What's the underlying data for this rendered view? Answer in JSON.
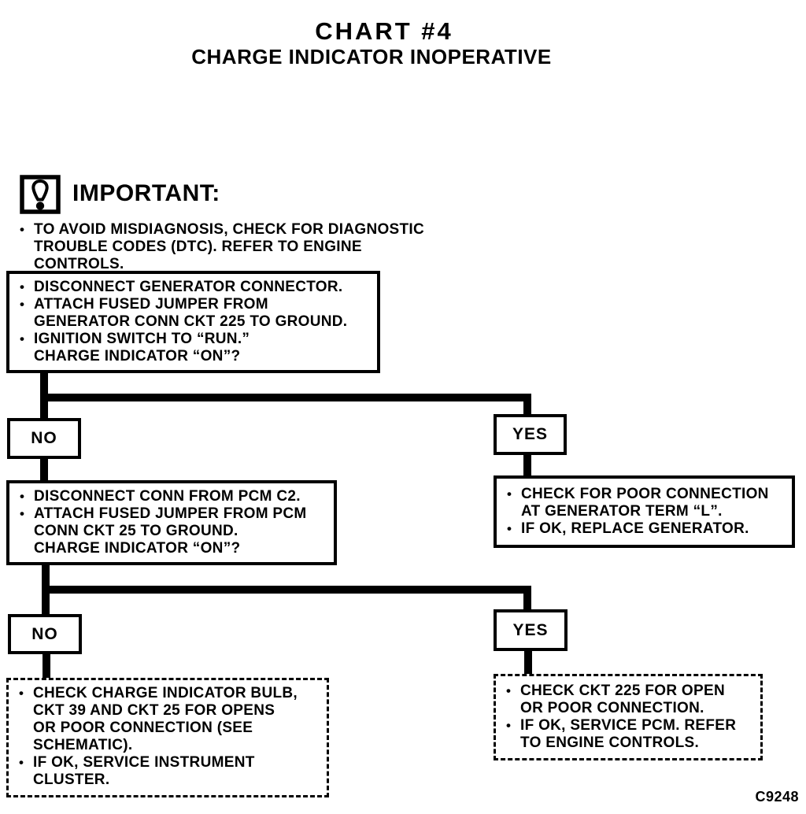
{
  "page": {
    "title_line1": "CHART #4",
    "title_line2": "CHARGE INDICATOR INOPERATIVE",
    "figure_code": "C9248",
    "ink_color": "#000000",
    "paper_color": "#ffffff"
  },
  "important": {
    "icon": "exclamation-icon",
    "heading": "IMPORTANT:",
    "note": "TO AVOID MISDIAGNOSIS, CHECK FOR DIAGNOSTIC\nTROUBLE CODES (DTC). REFER TO ENGINE\nCONTROLS."
  },
  "flowchart": {
    "step1": {
      "bullets": [
        "DISCONNECT GENERATOR CONNECTOR.",
        "ATTACH FUSED JUMPER FROM\nGENERATOR CONN CKT 225 TO GROUND.",
        "IGNITION SWITCH TO “RUN.”\nCHARGE INDICATOR “ON”?"
      ]
    },
    "branch1": {
      "no_label": "NO",
      "yes_label": "YES"
    },
    "step2": {
      "bullets": [
        "DISCONNECT CONN FROM PCM C2.",
        "ATTACH FUSED JUMPER FROM PCM\nCONN CKT 25 TO GROUND.\nCHARGE INDICATOR “ON”?"
      ]
    },
    "result_yes1": {
      "bullets": [
        "CHECK FOR POOR CONNECTION\nAT GENERATOR TERM “L”.",
        "IF OK, REPLACE GENERATOR."
      ]
    },
    "branch2": {
      "no_label": "NO",
      "yes_label": "YES"
    },
    "result_no2": {
      "bullets": [
        "CHECK CHARGE INDICATOR BULB,\nCKT 39 AND CKT 25 FOR OPENS\nOR POOR CONNECTION (SEE\nSCHEMATIC).",
        "IF OK, SERVICE INSTRUMENT\nCLUSTER."
      ]
    },
    "result_yes2": {
      "bullets": [
        "CHECK CKT 225 FOR OPEN\nOR POOR CONNECTION.",
        "IF OK, SERVICE PCM. REFER\nTO ENGINE CONTROLS."
      ]
    }
  }
}
